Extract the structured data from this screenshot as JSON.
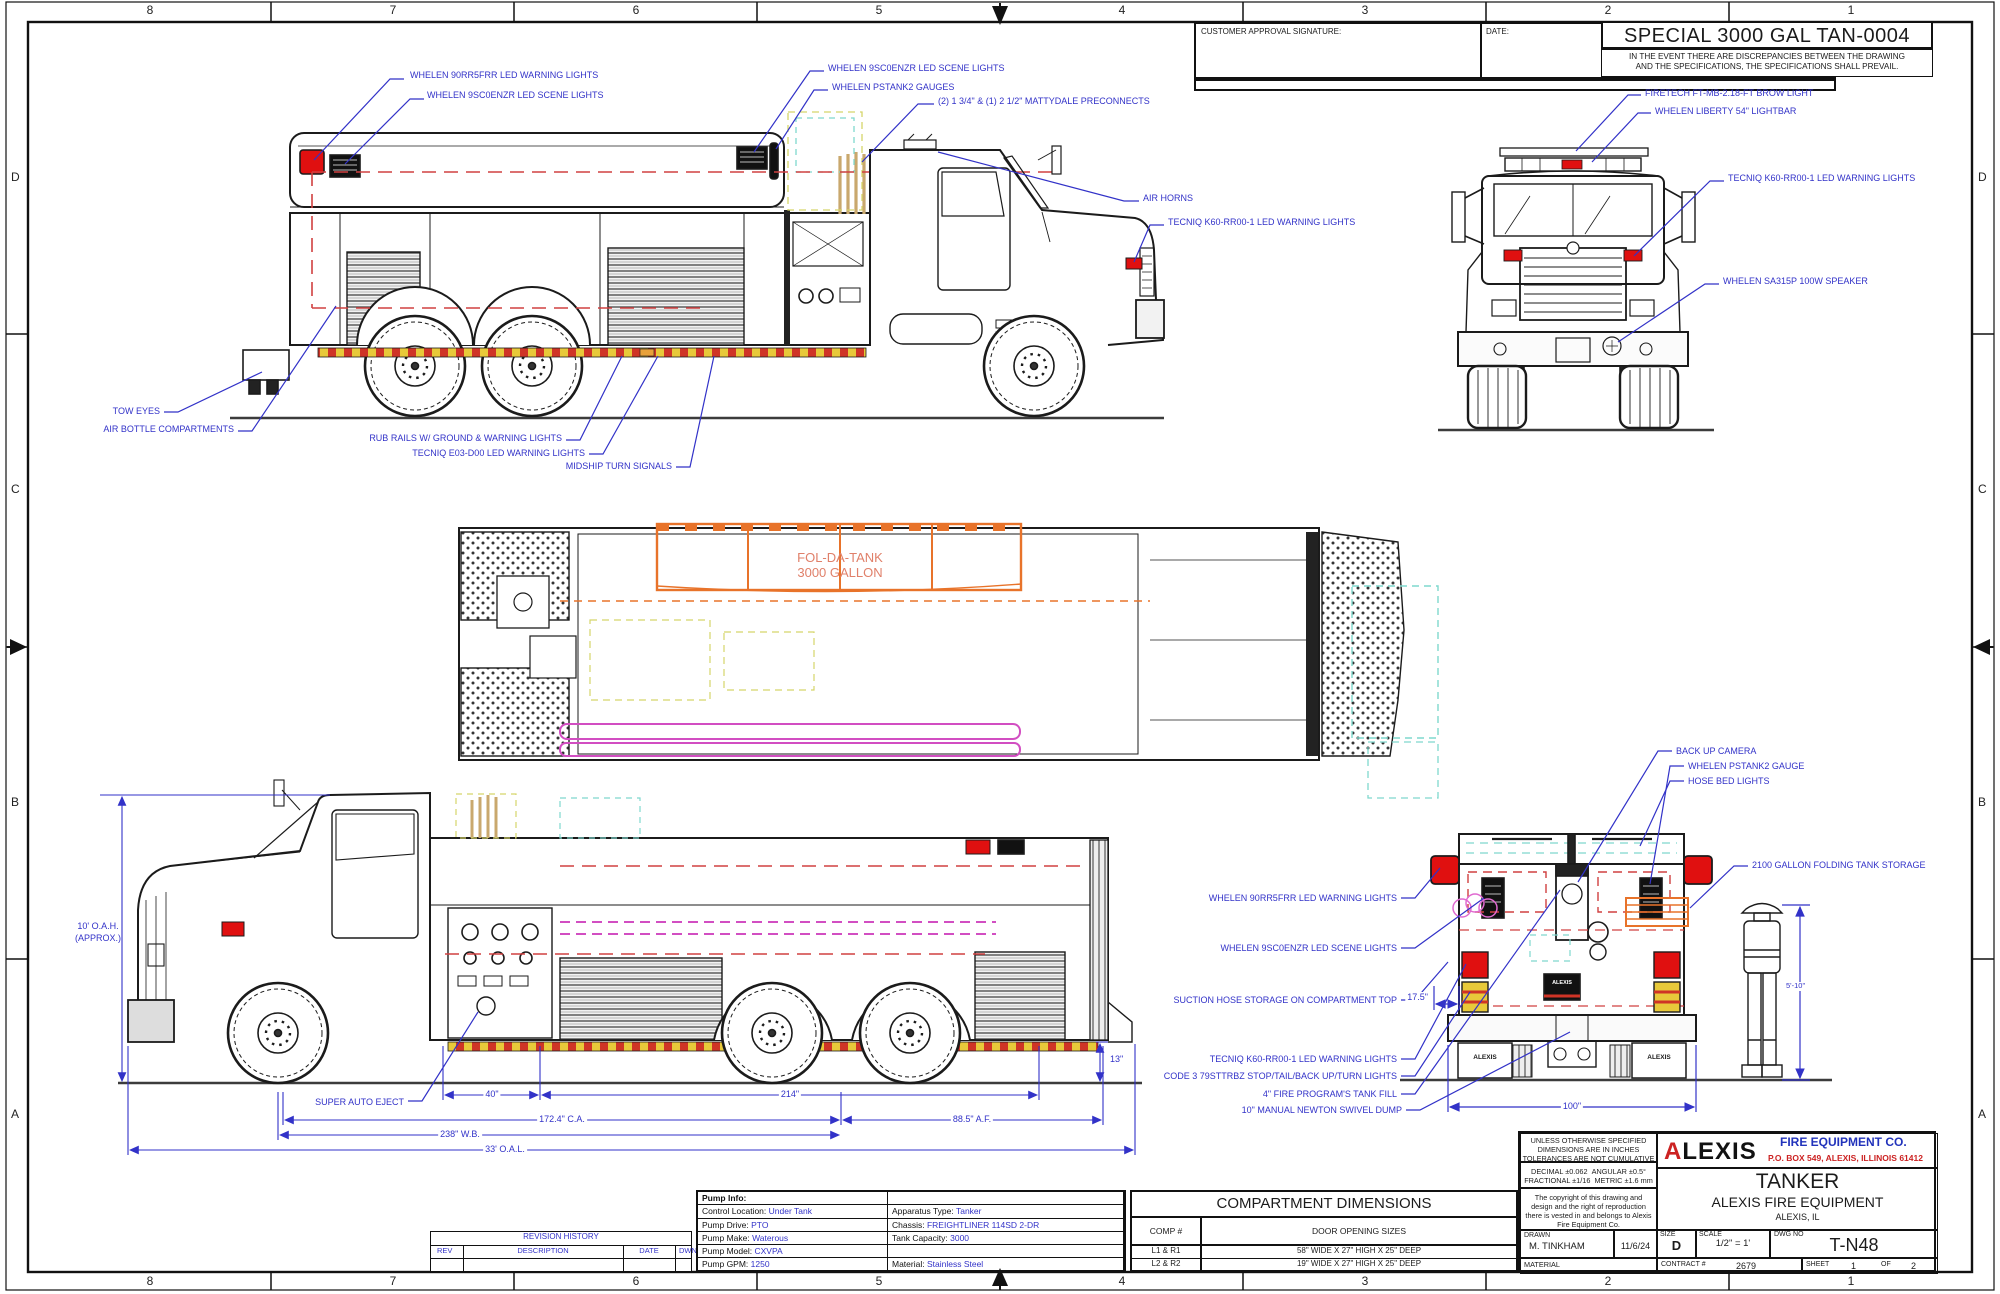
{
  "border": {
    "cols": [
      "8",
      "7",
      "6",
      "5",
      "4",
      "3",
      "2",
      "1"
    ],
    "rows": [
      "D",
      "C",
      "B",
      "A"
    ]
  },
  "approval": {
    "customer_label": "CUSTOMER APPROVAL SIGNATURE:",
    "date_label": "DATE:"
  },
  "banner": {
    "title": "SPECIAL 3000 GAL TAN-0004",
    "disclaimer_line1": "IN THE EVENT THERE ARE DISCREPANCIES BETWEEN THE DRAWING",
    "disclaimer_line2": "AND THE SPECIFICATIONS, THE SPECIFICATIONS SHALL PREVAIL."
  },
  "views": {
    "side_top": {
      "callouts": {
        "warning_lights": "WHELEN 90RR5FRR LED WARNING LIGHTS",
        "scene_lights": "WHELEN 9SC0ENZR LED SCENE LIGHTS",
        "scene_lights_right": "WHELEN 9SC0ENZR LED SCENE LIGHTS",
        "pstank_gauges": "WHELEN PSTANK2 GAUGES",
        "preconnects": "(2) 1 3/4\" & (1) 2 1/2\" MATTYDALE PRECONNECTS",
        "air_horns": "AIR HORNS",
        "tecniq_k60": "TECNIQ K60-RR00-1 LED WARNING LIGHTS",
        "tow_eyes": "TOW EYES",
        "air_bottle": "AIR BOTTLE COMPARTMENTS",
        "rub_rails": "RUB RAILS W/ GROUND & WARNING LIGHTS",
        "tecniq_e03": "TECNIQ E03-D00 LED WARNING LIGHTS",
        "midship": "MIDSHIP TURN SIGNALS"
      }
    },
    "front": {
      "callouts": {
        "brow_light": "FIRETECH FT-MB-2.18-FT BROW LIGHT",
        "lightbar": "WHELEN LIBERTY 54\" LIGHTBAR",
        "tecniq_k60": "TECNIQ K60-RR00-1 LED WARNING LIGHTS",
        "speaker": "WHELEN SA315P 100W SPEAKER"
      }
    },
    "plan": {
      "tank_line1": "FOL-DA-TANK",
      "tank_line2": "3000 GALLON"
    },
    "side_bottom": {
      "callouts": {
        "oah_line1": "10' O.A.H.",
        "oah_line2": "(APPROX.)",
        "super_auto_eject": "SUPER AUTO EJECT"
      },
      "dims": {
        "d40": "40\"",
        "d214": "214\"",
        "ca": "172.4\" C.A.",
        "af": "88.5\" A.F.",
        "wb": "238\" W.B.",
        "oal": "33' O.A.L.",
        "d13": "13\""
      }
    },
    "rear": {
      "callouts": {
        "backup_camera": "BACK UP CAMERA",
        "pstank_gauge": "WHELEN PSTANK2 GAUGE",
        "hose_bed_lights": "HOSE BED LIGHTS",
        "folding_tank": "2100 GALLON FOLDING TANK STORAGE",
        "warning_lights": "WHELEN 90RR5FRR LED WARNING LIGHTS",
        "scene_lights": "WHELEN 9SC0ENZR LED SCENE LIGHTS",
        "suction_hose": "SUCTION HOSE STORAGE ON COMPARTMENT TOP",
        "tecniq_k60": "TECNIQ K60-RR00-1 LED WARNING LIGHTS",
        "code3": "CODE 3 79STTRBZ STOP/TAIL/BACK UP/TURN LIGHTS",
        "tank_fill": "4\" FIRE PROGRAM'S TANK FILL",
        "swivel_dump": "10\" MANUAL NEWTON SWIVEL DUMP"
      },
      "dims": {
        "d175": "17.5\"",
        "d100": "100\"",
        "person_height": "5'-10\""
      },
      "mudflap_text": "ALEXIS",
      "plate_text": "ALEXIS"
    }
  },
  "revision_table": {
    "title": "REVISION HISTORY",
    "col_rev": "REV",
    "col_desc": "DESCRIPTION",
    "col_date": "DATE",
    "col_dwn": "DWN"
  },
  "pump_info": {
    "header": "Pump Info:",
    "rows": [
      {
        "label": "Control Location:",
        "value": "Under Tank"
      },
      {
        "label": "Pump Drive:",
        "value": "PTO"
      },
      {
        "label": "Pump Make:",
        "value": "Waterous"
      },
      {
        "label": "Pump Model:",
        "value": "CXVPA"
      },
      {
        "label": "Pump GPM:",
        "value": "1250"
      }
    ],
    "rows2": [
      {
        "label": "Apparatus Type:",
        "value": "Tanker"
      },
      {
        "label": "Chassis:",
        "value": "FREIGHTLINER 114SD 2-DR"
      },
      {
        "label": "Tank Capacity:",
        "value": "3000"
      },
      {
        "label": "",
        "value": ""
      },
      {
        "label": "Material:",
        "value": "Stainless Steel"
      }
    ]
  },
  "compartment_table": {
    "title": "COMPARTMENT DIMENSIONS",
    "col_comp": "COMP #",
    "col_door": "DOOR OPENING SIZES",
    "rows": [
      {
        "comp": "L1 & R1",
        "size": "58\" WIDE X 27\" HIGH X 25\" DEEP"
      },
      {
        "comp": "L2 & R2",
        "size": "19\" WIDE X 27\" HIGH X 25\" DEEP"
      }
    ]
  },
  "title_block": {
    "tolerance_note1": "UNLESS OTHERWISE SPECIFIED",
    "tolerance_note2": "DIMENSIONS ARE IN INCHES",
    "tolerance_note3": "TOLERANCES ARE NOT CUMULATIVE",
    "tol_decimal": "DECIMAL ±0.062",
    "tol_angular": "ANGULAR ±0.5°",
    "tol_fractional": "FRACTIONAL ±1/16",
    "tol_metric": "METRIC ±1.6 mm",
    "copyright": "The copyright of this drawing and design and the right of reproduction there is vested in and belongs to Alexis Fire Equipment Co.",
    "drawn_label": "DRAWN",
    "drawn_name": "M. TINKHAM",
    "drawn_date": "11/6/24",
    "material_label": "MATERIAL",
    "logo_a": "A",
    "logo_rest": "LEXIS",
    "logo_sub": "FIRE EQUIPMENT CO.",
    "logo_address": "P.O. BOX 549, ALEXIS, ILLINOIS  61412",
    "product": "TANKER",
    "company": "ALEXIS FIRE EQUIPMENT",
    "location": "ALEXIS, IL",
    "size_label": "SIZE",
    "size_value": "D",
    "scale_label": "SCALE",
    "scale_value": "1/2\" = 1'",
    "dwg_label": "DWG NO",
    "dwg_value": "T-N48",
    "contract_label": "CONTRACT #",
    "contract_value": "2679",
    "sheet_label": "SHEET",
    "sheet_value": "1",
    "of_label": "OF",
    "sheet_total": "2"
  },
  "colors": {
    "callout_blue": "#3232c8",
    "line_black": "#1b1b1b",
    "light_red": "#e01010",
    "dash_red": "#d04040",
    "orange": "#e8732a",
    "magenta": "#d24ec2",
    "cyan": "#7fd8ce",
    "yellow_dash": "#d5d56a",
    "tan": "#c9a86d"
  }
}
